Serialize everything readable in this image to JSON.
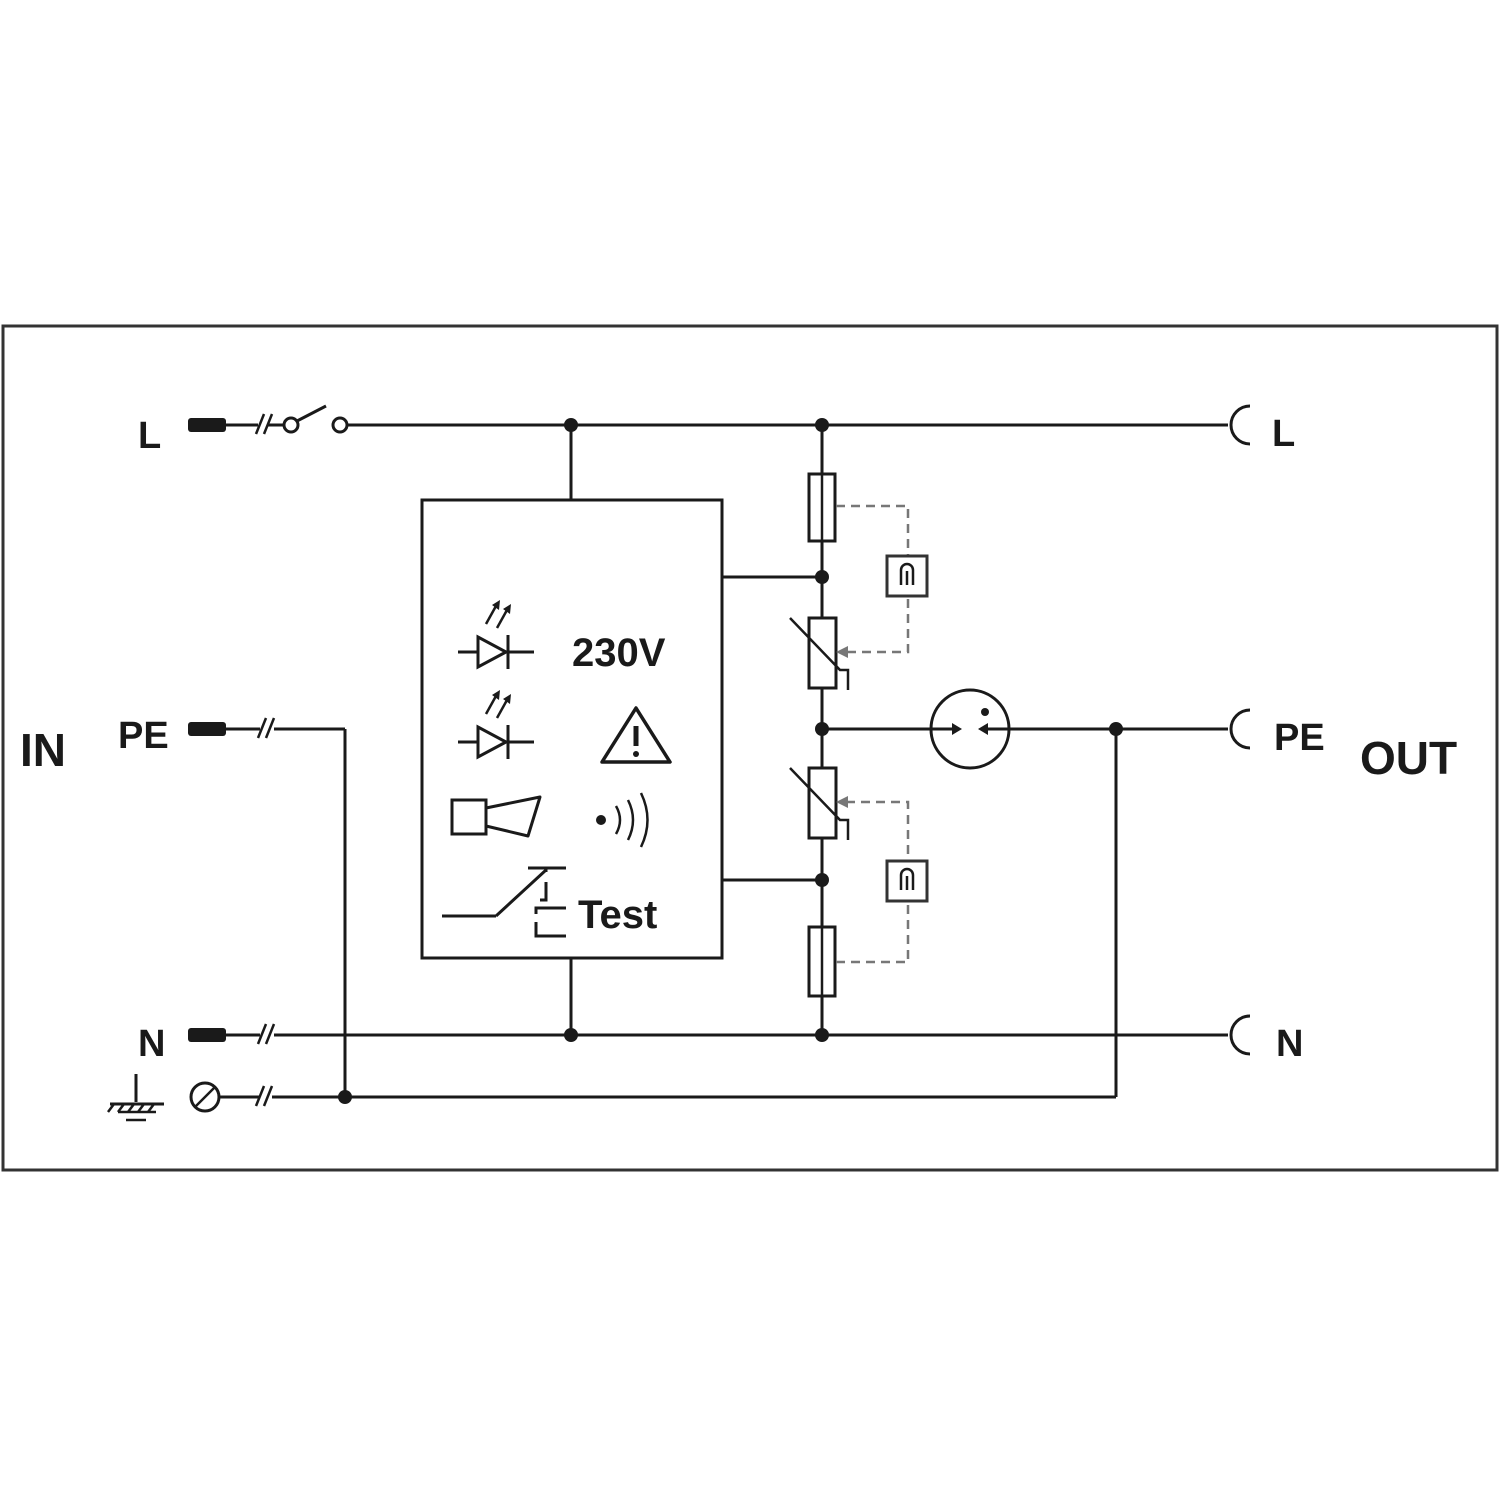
{
  "diagram": {
    "input_group_label": "IN",
    "output_group_label": "OUT",
    "inputs": {
      "line": "L",
      "protective_earth": "PE",
      "neutral": "N"
    },
    "outputs": {
      "line": "L",
      "protective_earth": "PE",
      "neutral": "N"
    },
    "module": {
      "voltage_label": "230V",
      "test_label": "Test"
    },
    "colors": {
      "ink": "#1a1a1a",
      "dashed_link": "#777777",
      "background": "#ffffff"
    }
  }
}
